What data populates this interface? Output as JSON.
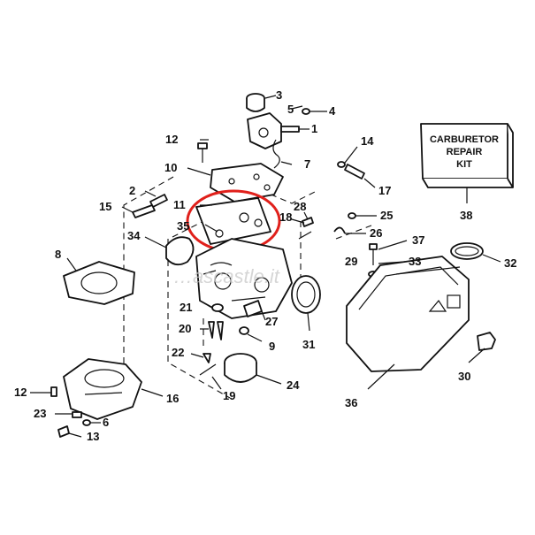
{
  "kit_box": {
    "lines": [
      "CARBURETOR",
      "REPAIR",
      "KIT"
    ]
  },
  "callouts": {
    "c1": "1",
    "c2": "2",
    "c3": "3",
    "c4": "4",
    "c5": "5",
    "c6": "6",
    "c7": "7",
    "c8": "8",
    "c9": "9",
    "c10": "10",
    "c11": "11",
    "c12a": "12",
    "c12b": "12",
    "c13": "13",
    "c14": "14",
    "c15": "15",
    "c16": "16",
    "c17": "17",
    "c18": "18",
    "c19": "19",
    "c20": "20",
    "c21": "21",
    "c22": "22",
    "c23": "23",
    "c24": "24",
    "c25": "25",
    "c26": "26",
    "c27": "27",
    "c28": "28",
    "c29": "29",
    "c30": "30",
    "c31": "31",
    "c32": "32",
    "c33": "33",
    "c34": "34",
    "c35": "35",
    "c36": "36",
    "c37": "37",
    "c38": "38"
  },
  "watermark": "…ascastle.it",
  "colors": {
    "highlight": "#e0201b",
    "line": "#111111"
  }
}
